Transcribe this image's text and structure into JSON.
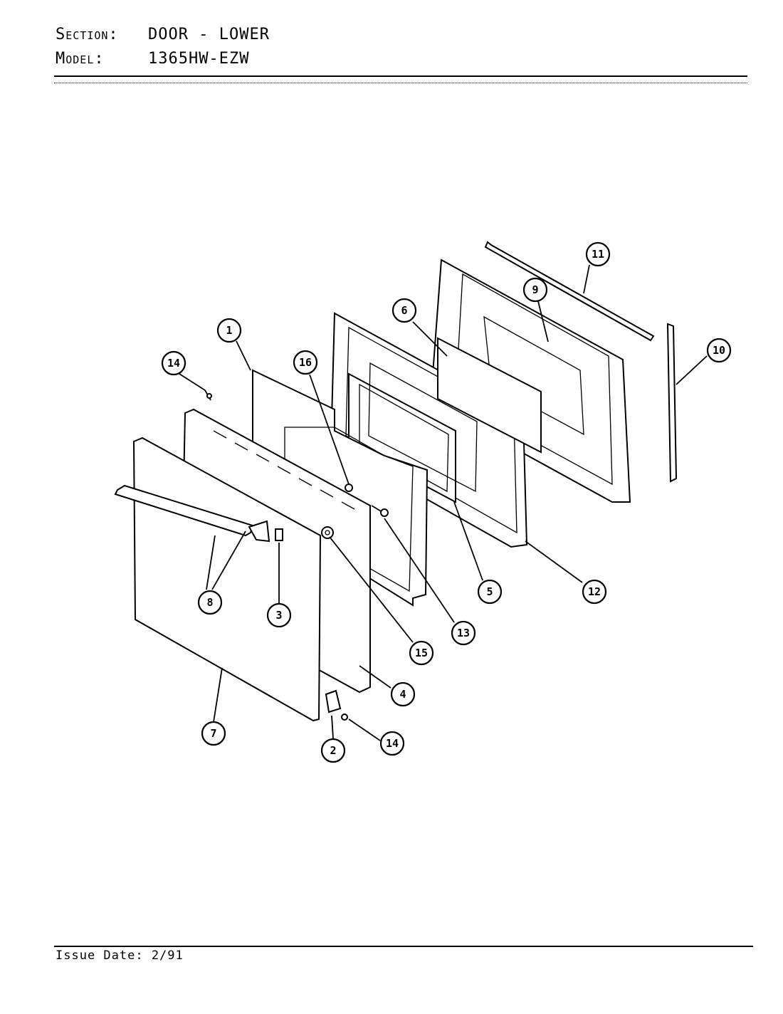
{
  "header": {
    "section_label": "Section:",
    "section_value": "DOOR - LOWER",
    "model_label": "Model:",
    "model_value": "1365HW-EZW"
  },
  "footer": {
    "issue_date": "Issue Date: 2/91"
  },
  "callouts": [
    "1",
    "2",
    "3",
    "4",
    "5",
    "6",
    "7",
    "8",
    "9",
    "10",
    "11",
    "12",
    "13",
    "14",
    "14",
    "15",
    "16"
  ]
}
